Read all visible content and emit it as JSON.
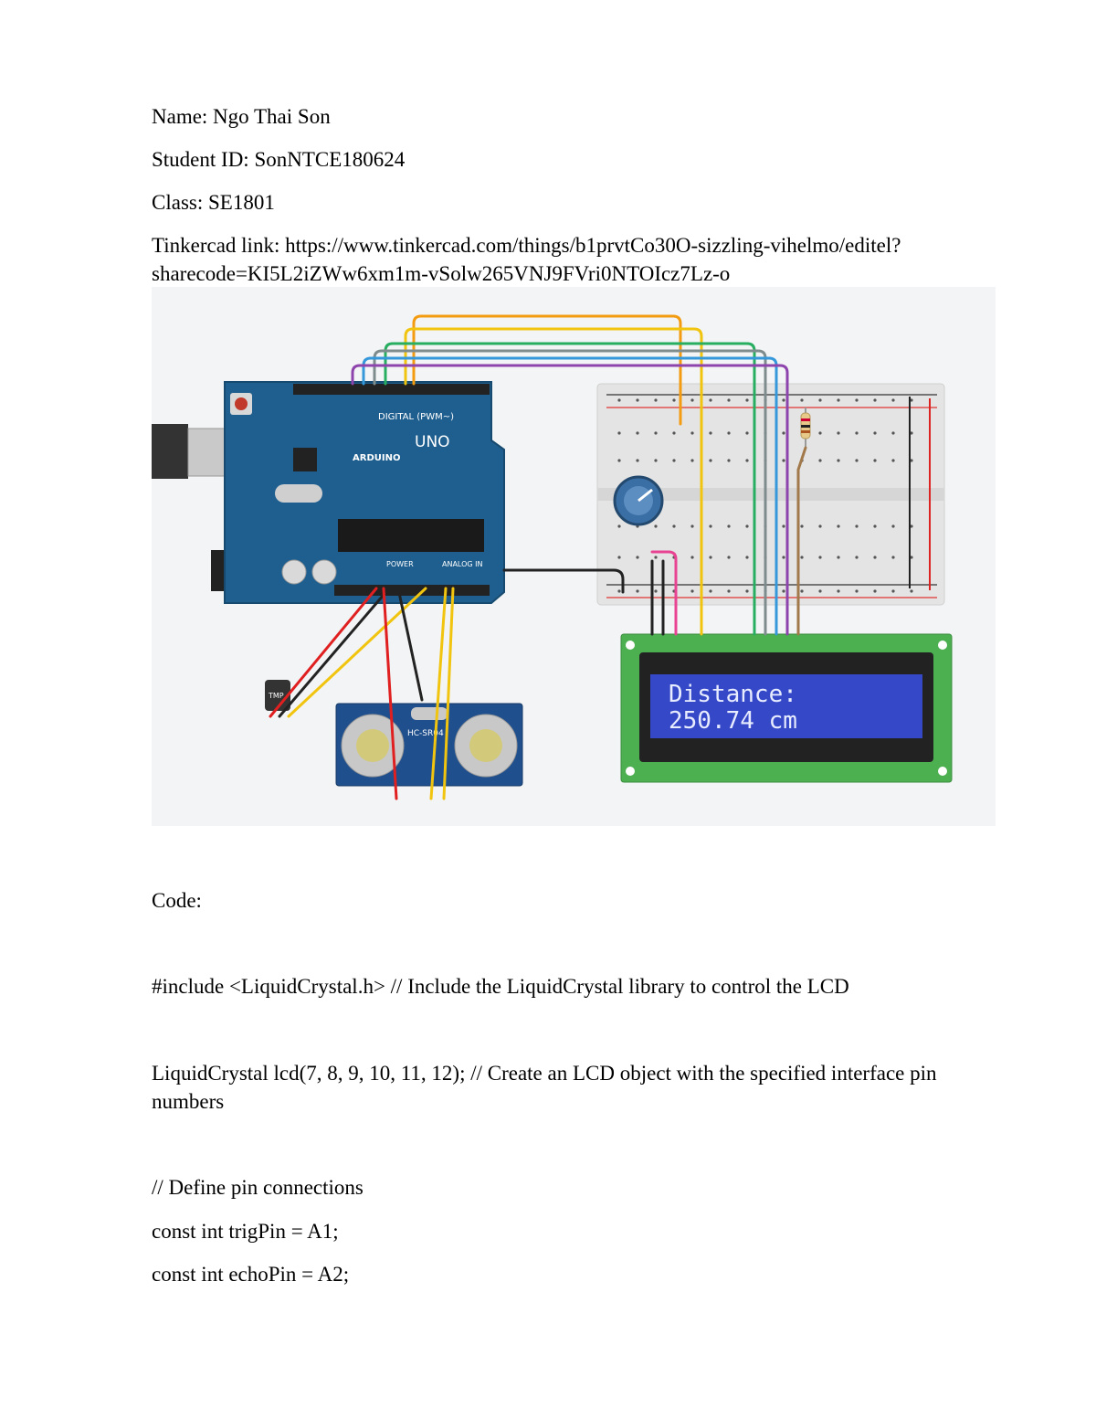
{
  "header": {
    "name": "Name: Ngo Thai Son",
    "student_id": "Student ID: SonNTCE180624",
    "class": "Class: SE1801",
    "link_line1": "Tinkercad link: https://www.tinkercad.com/things/b1prvtCo30O-sizzling-vihelmo/editel?",
    "link_line2": "sharecode=KI5L2iZWw6xm1m-vSolw265VNJ9FVri0NTOIcz7Lz-o"
  },
  "figure": {
    "board_brand": "ARDUINO",
    "board_model": "UNO",
    "digital_label": "DIGITAL (PWM~)",
    "power_label": "POWER",
    "analog_label": "ANALOG IN",
    "sensor_label": "HC-SR04",
    "temp_label": "TMP",
    "lcd_line1": "Distance:",
    "lcd_line2": "250.74 cm"
  },
  "code": {
    "heading": "Code:",
    "include_line": "#include <LiquidCrystal.h>  // Include the LiquidCrystal library to control the LCD",
    "lcd_line": "LiquidCrystal lcd(7, 8, 9, 10, 11, 12);  // Create an LCD object with the specified interface pin numbers",
    "comment_define": "// Define pin connections",
    "trig_line": "const int trigPin = A1;",
    "echo_line": "const int echoPin = A2;"
  },
  "colors": {
    "arduino_blue": "#1f5f8f",
    "lcd_green": "#4caf50",
    "lcd_screen": "#3548c8",
    "breadboard": "#e6e6e6"
  }
}
